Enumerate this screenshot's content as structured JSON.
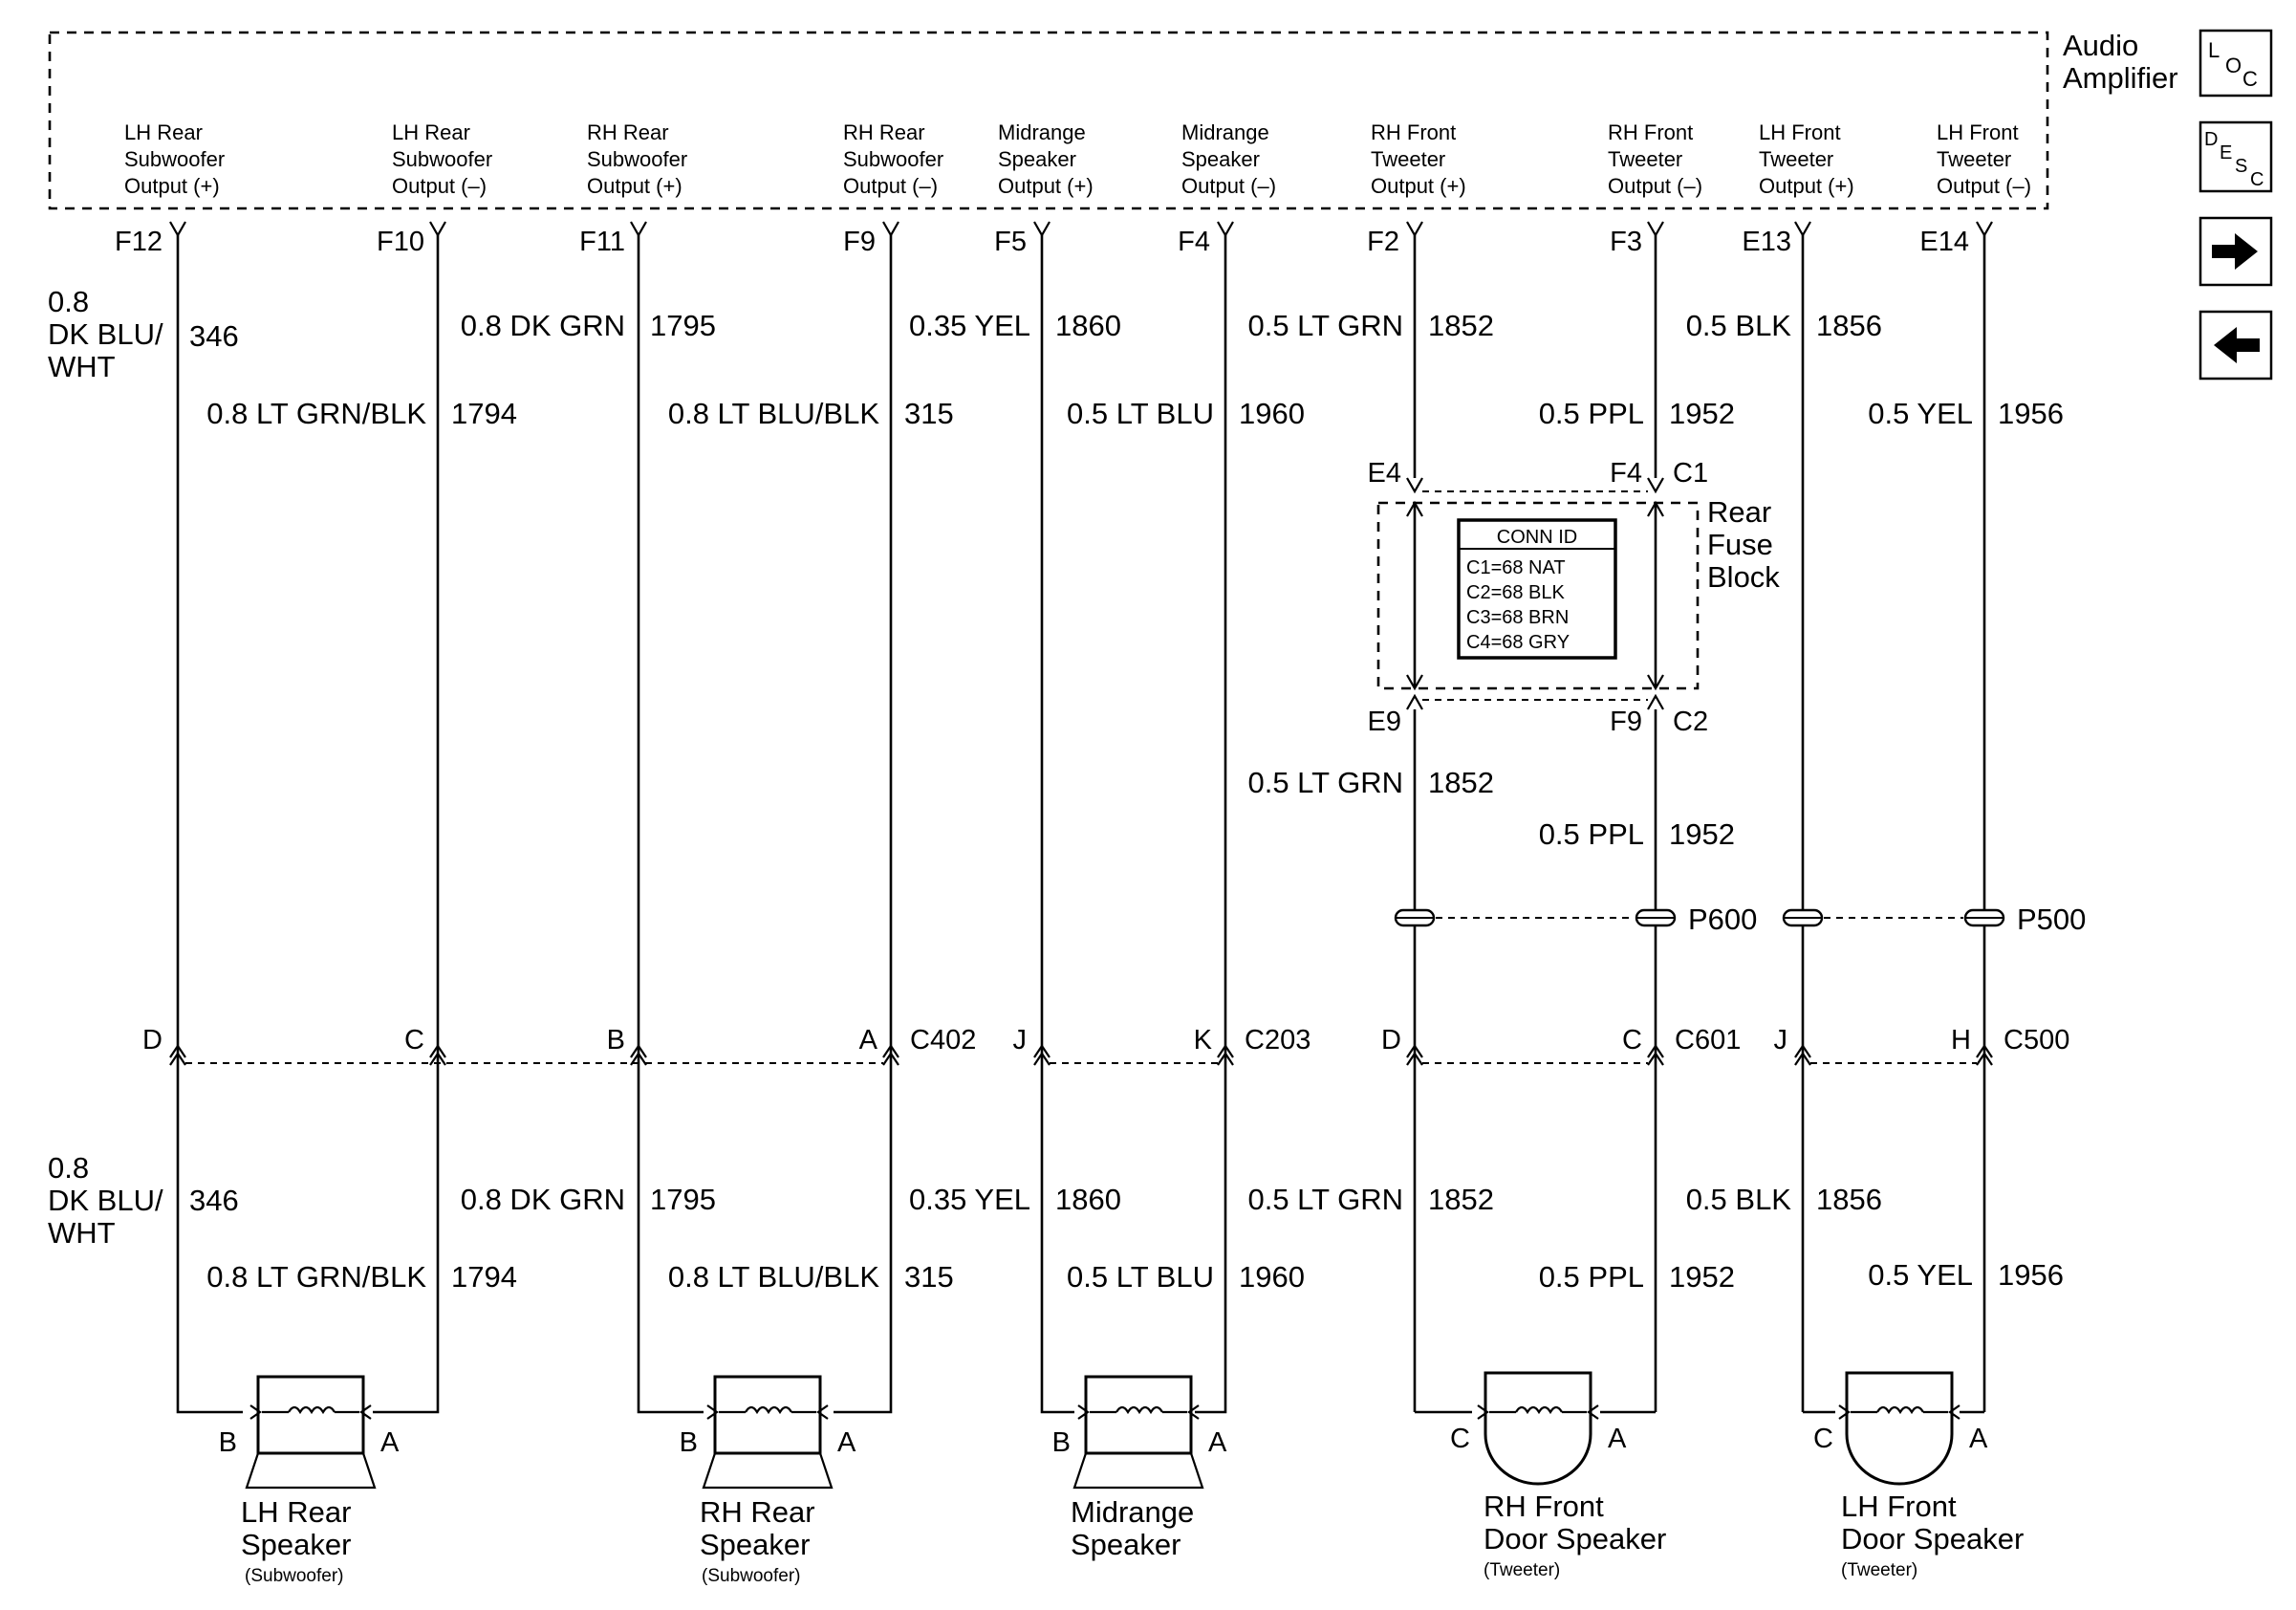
{
  "amplifier": {
    "title_line1": "Audio",
    "title_line2": "Amplifier",
    "outputs": [
      {
        "l1": "LH Rear",
        "l2": "Subwoofer",
        "l3": "Output (+)",
        "pin": "F12"
      },
      {
        "l1": "LH Rear",
        "l2": "Subwoofer",
        "l3": "Output (–)",
        "pin": "F10"
      },
      {
        "l1": "RH Rear",
        "l2": "Subwoofer",
        "l3": "Output (+)",
        "pin": "F11"
      },
      {
        "l1": "RH Rear",
        "l2": "Subwoofer",
        "l3": "Output (–)",
        "pin": "F9"
      },
      {
        "l1": "Midrange",
        "l2": "Speaker",
        "l3": "Output (+)",
        "pin": "F5"
      },
      {
        "l1": "Midrange",
        "l2": "Speaker",
        "l3": "Output (–)",
        "pin": "F4"
      },
      {
        "l1": "RH Front",
        "l2": "Tweeter",
        "l3": "Output (+)",
        "pin": "F2"
      },
      {
        "l1": "RH Front",
        "l2": "Tweeter",
        "l3": "Output (–)",
        "pin": "F3"
      },
      {
        "l1": "LH Front",
        "l2": "Tweeter",
        "l3": "Output (+)",
        "pin": "E13"
      },
      {
        "l1": "LH Front",
        "l2": "Tweeter",
        "l3": "Output (–)",
        "pin": "E14"
      }
    ]
  },
  "nav": {
    "loc": {
      "a": "L",
      "b": "O",
      "c": "C"
    },
    "desc": {
      "a": "D",
      "b": "E",
      "c": "S",
      "d": "C"
    },
    "next_icon": "arrow-right-icon",
    "prev_icon": "arrow-left-icon"
  },
  "wires": [
    {
      "size": "0.8",
      "color": "DK BLU/",
      "color2": "WHT",
      "circuit": "346"
    },
    {
      "label": "0.8 LT GRN/BLK",
      "circuit": "1794"
    },
    {
      "label": "0.8 DK GRN",
      "circuit": "1795"
    },
    {
      "label": "0.8 LT BLU/BLK",
      "circuit": "315"
    },
    {
      "label": "0.35 YEL",
      "circuit": "1860"
    },
    {
      "label": "0.5 LT BLU",
      "circuit": "1960"
    },
    {
      "label": "0.5 LT GRN",
      "circuit": "1852"
    },
    {
      "label": "0.5 PPL",
      "circuit": "1952"
    },
    {
      "label": "0.5 BLK",
      "circuit": "1856"
    },
    {
      "label": "0.5 YEL",
      "circuit": "1956"
    }
  ],
  "fuse_block": {
    "name_l1": "Rear",
    "name_l2": "Fuse",
    "name_l3": "Block",
    "top_pins": [
      "E4",
      "F4",
      "C1"
    ],
    "bottom_pins": [
      "E9",
      "F9",
      "C2"
    ],
    "conn_id_title": "CONN ID",
    "conn_ids": [
      "C1=68 NAT",
      "C2=68 BLK",
      "C3=68 BRN",
      "C4=68 GRY"
    ]
  },
  "splices": [
    "P600",
    "P500"
  ],
  "connectors": [
    {
      "name": "C402",
      "pins": [
        "D",
        "C",
        "B",
        "A"
      ]
    },
    {
      "name": "C203",
      "pins": [
        "J",
        "K"
      ]
    },
    {
      "name": "C601",
      "pins": [
        "D",
        "C"
      ]
    },
    {
      "name": "C500",
      "pins": [
        "J",
        "H"
      ]
    }
  ],
  "speakers": [
    {
      "l1": "LH Rear",
      "l2": "Speaker",
      "note": "(Subwoofer)",
      "pin_left": "B",
      "pin_right": "A"
    },
    {
      "l1": "RH Rear",
      "l2": "Speaker",
      "note": "(Subwoofer)",
      "pin_left": "B",
      "pin_right": "A"
    },
    {
      "l1": "Midrange",
      "l2": "Speaker",
      "note": "",
      "pin_left": "B",
      "pin_right": "A"
    },
    {
      "l1": "RH Front",
      "l2": "Door Speaker",
      "note": "(Tweeter)",
      "pin_left": "C",
      "pin_right": "A"
    },
    {
      "l1": "LH Front",
      "l2": "Door Speaker",
      "note": "(Tweeter)",
      "pin_left": "C",
      "pin_right": "A"
    }
  ]
}
